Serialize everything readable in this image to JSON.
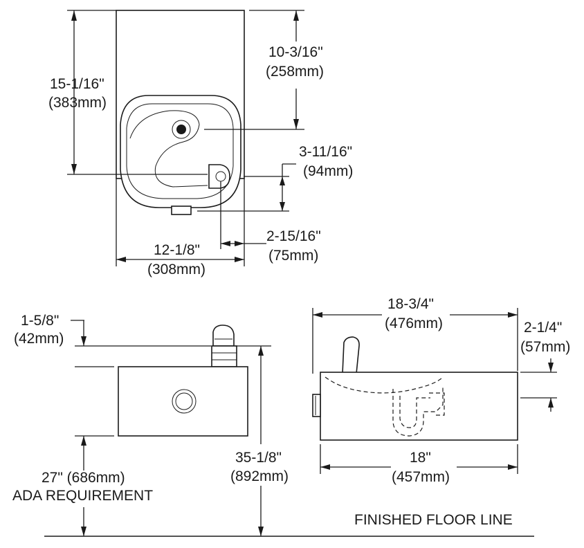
{
  "top_view": {
    "height_total": "15-1/16\"",
    "height_total_mm": "(383mm)",
    "to_bubbler": "10-3/16\"",
    "to_bubbler_mm": "(258mm)",
    "bubbler_offset": "3-11/16\"",
    "bubbler_offset_mm": "(94mm)",
    "side_offset": "2-15/16\"",
    "side_offset_mm": "(75mm)",
    "width": "12-1/8\"",
    "width_mm": "(308mm)"
  },
  "front_view": {
    "bubbler_height": "1-5/8\"",
    "bubbler_height_mm": "(42mm)",
    "rim_height": "35-1/8\"",
    "rim_height_mm": "(892mm)",
    "ada_height": "27\" (686mm)",
    "ada_label": "ADA REQUIREMENT"
  },
  "side_view": {
    "depth_total": "18-3/4\"",
    "depth_total_mm": "(476mm)",
    "bowl_height": "2-1/4\"",
    "bowl_height_mm": "(57mm)",
    "depth_body": "18\"",
    "depth_body_mm": "(457mm)"
  },
  "floor_label": "FINISHED FLOOR LINE",
  "colors": {
    "ink": "#1a1a1a",
    "paper": "#ffffff"
  }
}
